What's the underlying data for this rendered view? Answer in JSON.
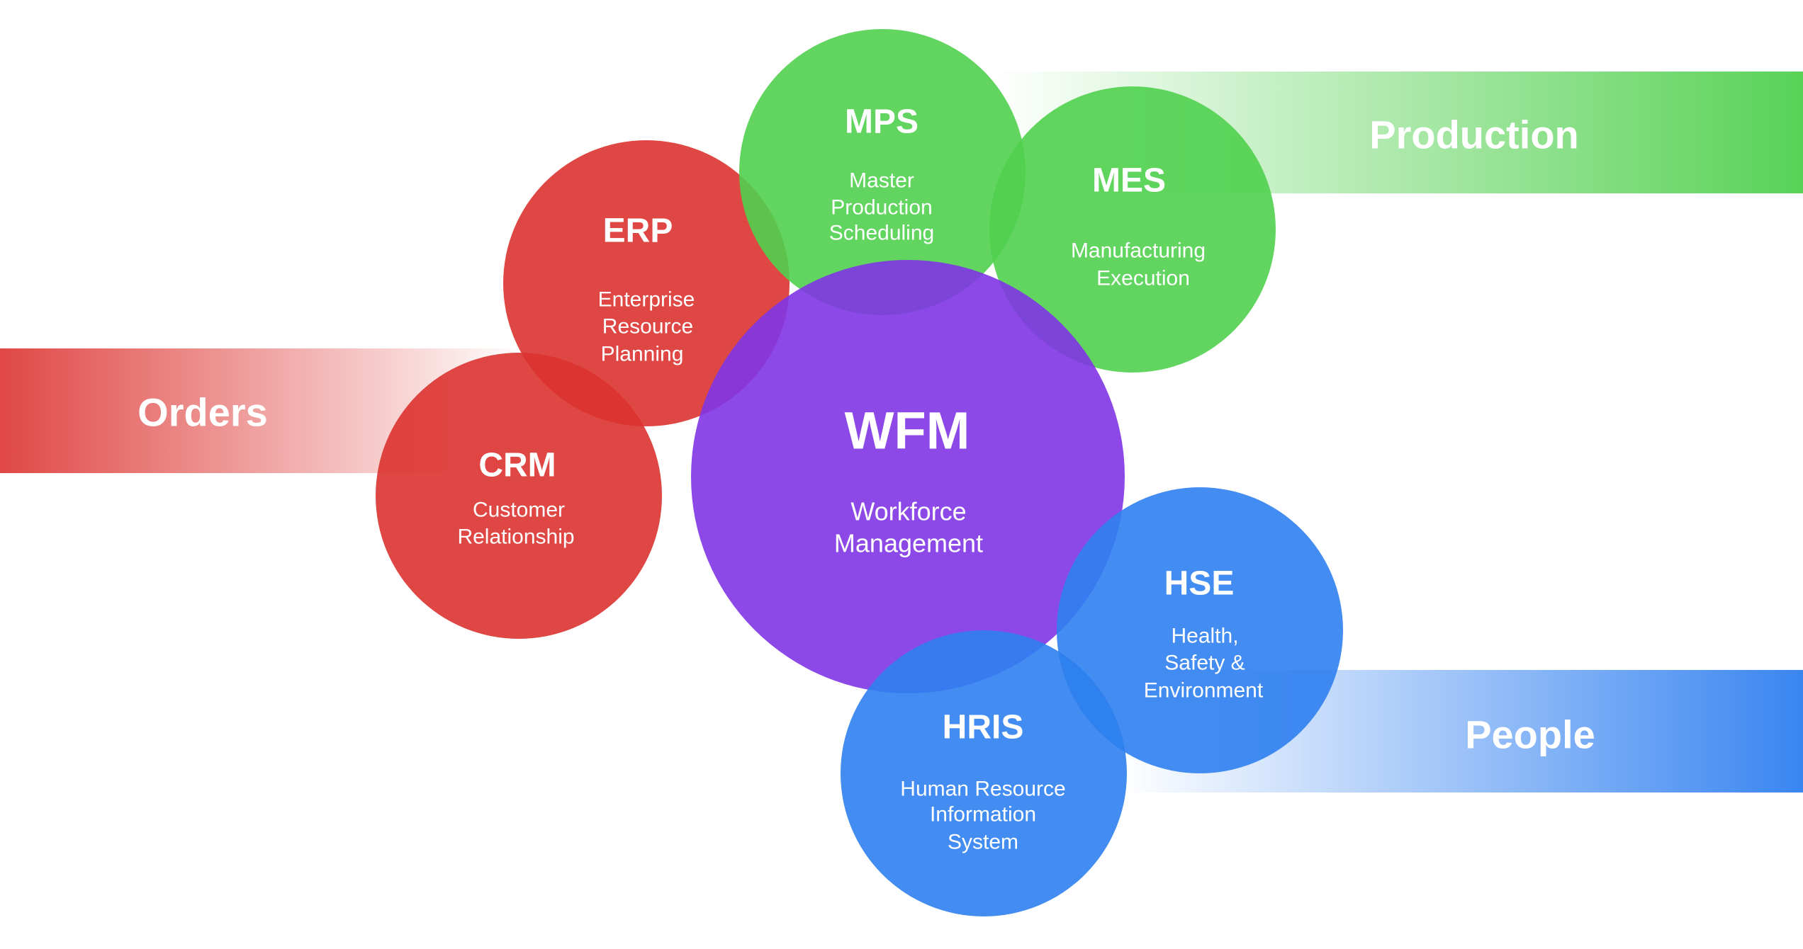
{
  "colors": {
    "red": "#dc3330",
    "green": "#50d04e",
    "purple": "#7f35e6",
    "blue": "#2f7ff0"
  },
  "bands": [
    {
      "id": "orders",
      "label": "Orders",
      "color": "#dc3330"
    },
    {
      "id": "production",
      "label": "Production",
      "color": "#50d04e"
    },
    {
      "id": "people",
      "label": "People",
      "color": "#2f7ff0"
    }
  ],
  "nodes": [
    {
      "id": "erp",
      "title": "ERP",
      "lines": [
        "Enterprise",
        "Resource",
        "Planning"
      ],
      "color": "#dc3330"
    },
    {
      "id": "crm",
      "title": "CRM",
      "lines": [
        "Customer",
        "Relationship"
      ],
      "color": "#dc3330"
    },
    {
      "id": "mps",
      "title": "MPS",
      "lines": [
        "Master",
        "Production",
        "Scheduling"
      ],
      "color": "#50d04e"
    },
    {
      "id": "mes",
      "title": "MES",
      "lines": [
        "Manufacturing",
        "Execution"
      ],
      "color": "#50d04e"
    },
    {
      "id": "wfm",
      "title": "WFM",
      "lines": [
        "Workforce",
        "Management"
      ],
      "color": "#7f35e6"
    },
    {
      "id": "hse",
      "title": "HSE",
      "lines": [
        "Health,",
        "Safety &",
        "Environment"
      ],
      "color": "#2f7ff0"
    },
    {
      "id": "hris",
      "title": "HRIS",
      "lines": [
        "Human Resource",
        "Information",
        "System"
      ],
      "color": "#2f7ff0"
    }
  ]
}
